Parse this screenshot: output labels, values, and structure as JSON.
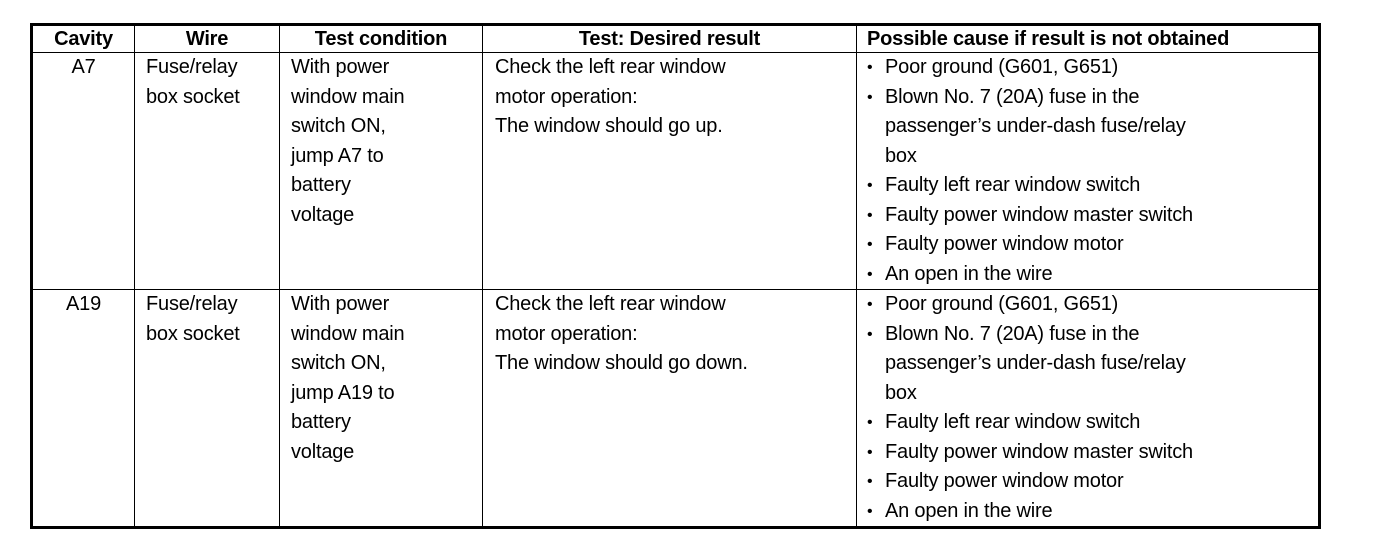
{
  "table": {
    "headers": [
      "Cavity",
      "Wire",
      "Test condition",
      "Test: Desired result",
      "Possible cause if result is not obtained"
    ],
    "rows": [
      {
        "cavity": "A7",
        "wire_lines": [
          "Fuse/relay",
          "box socket"
        ],
        "condition_lines": [
          "With power",
          "window main",
          "switch ON,",
          "jump A7 to",
          "battery",
          "voltage"
        ],
        "test_lines": [
          "Check the left rear window",
          "motor operation:",
          "The window should go up."
        ],
        "causes": [
          {
            "text": "Poor ground (G601, G651)",
            "continuation": []
          },
          {
            "text": "Blown No. 7 (20A) fuse in the",
            "continuation": [
              "passenger’s under-dash fuse/relay",
              "box"
            ]
          },
          {
            "text": "Faulty left rear window switch",
            "continuation": []
          },
          {
            "text": "Faulty power window master switch",
            "continuation": []
          },
          {
            "text": "Faulty power window motor",
            "continuation": []
          },
          {
            "text": "An open in the wire",
            "continuation": []
          }
        ]
      },
      {
        "cavity": "A19",
        "wire_lines": [
          "Fuse/relay",
          "box socket"
        ],
        "condition_lines": [
          "With power",
          "window main",
          "switch ON,",
          "jump A19 to",
          "battery",
          "voltage"
        ],
        "test_lines": [
          "Check the left rear window",
          "motor operation:",
          "The window should go down."
        ],
        "causes": [
          {
            "text": "Poor ground (G601, G651)",
            "continuation": []
          },
          {
            "text": "Blown No. 7 (20A) fuse in the",
            "continuation": [
              "passenger’s under-dash fuse/relay",
              "box"
            ]
          },
          {
            "text": "Faulty left rear window switch",
            "continuation": []
          },
          {
            "text": "Faulty power window master switch",
            "continuation": []
          },
          {
            "text": "Faulty power window motor",
            "continuation": []
          },
          {
            "text": "An open in the wire",
            "continuation": []
          }
        ]
      }
    ],
    "bullet_glyph": "•"
  }
}
